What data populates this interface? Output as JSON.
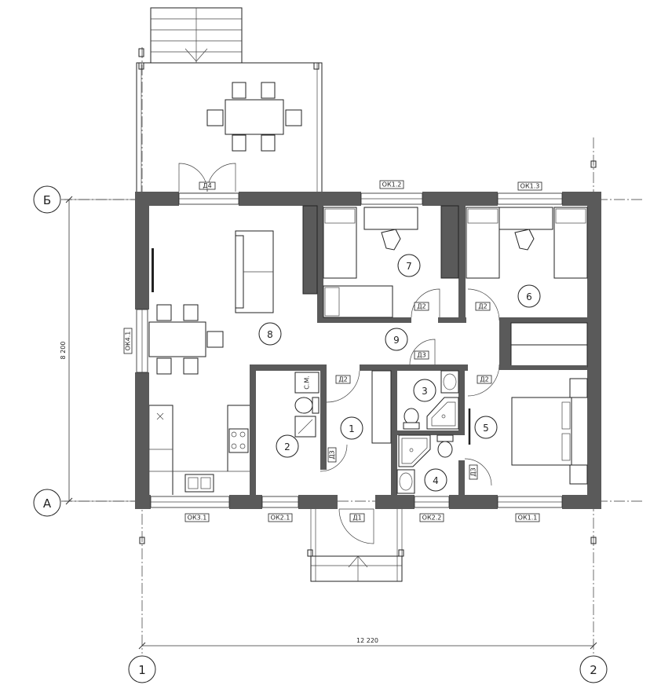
{
  "axes": {
    "rows": [
      {
        "label": "Б"
      },
      {
        "label": "А"
      }
    ],
    "cols": [
      {
        "label": "1"
      },
      {
        "label": "2"
      }
    ]
  },
  "dimensions": {
    "height": "8 200",
    "width": "12 220"
  },
  "rooms": [
    {
      "label": "1"
    },
    {
      "label": "2"
    },
    {
      "label": "3"
    },
    {
      "label": "4"
    },
    {
      "label": "5"
    },
    {
      "label": "6"
    },
    {
      "label": "7"
    },
    {
      "label": "8"
    },
    {
      "label": "9"
    }
  ],
  "windows": {
    "ok12": "ОК1.2",
    "ok13": "ОК1.3",
    "ok41": "ОК4.1",
    "ok31": "ОК3.1",
    "ok21": "ОК2.1",
    "ok22": "ОК2.2",
    "ok11": "ОК1.1"
  },
  "doors": {
    "d1": "Д1",
    "d2a": "Д2",
    "d2b": "Д2",
    "d2c": "Д2",
    "d2d": "Д2",
    "d3a": "Д3",
    "d3b": "Д3",
    "d3c": "Д3",
    "d4": "Д4"
  },
  "equipment": {
    "washer": "С.М."
  }
}
